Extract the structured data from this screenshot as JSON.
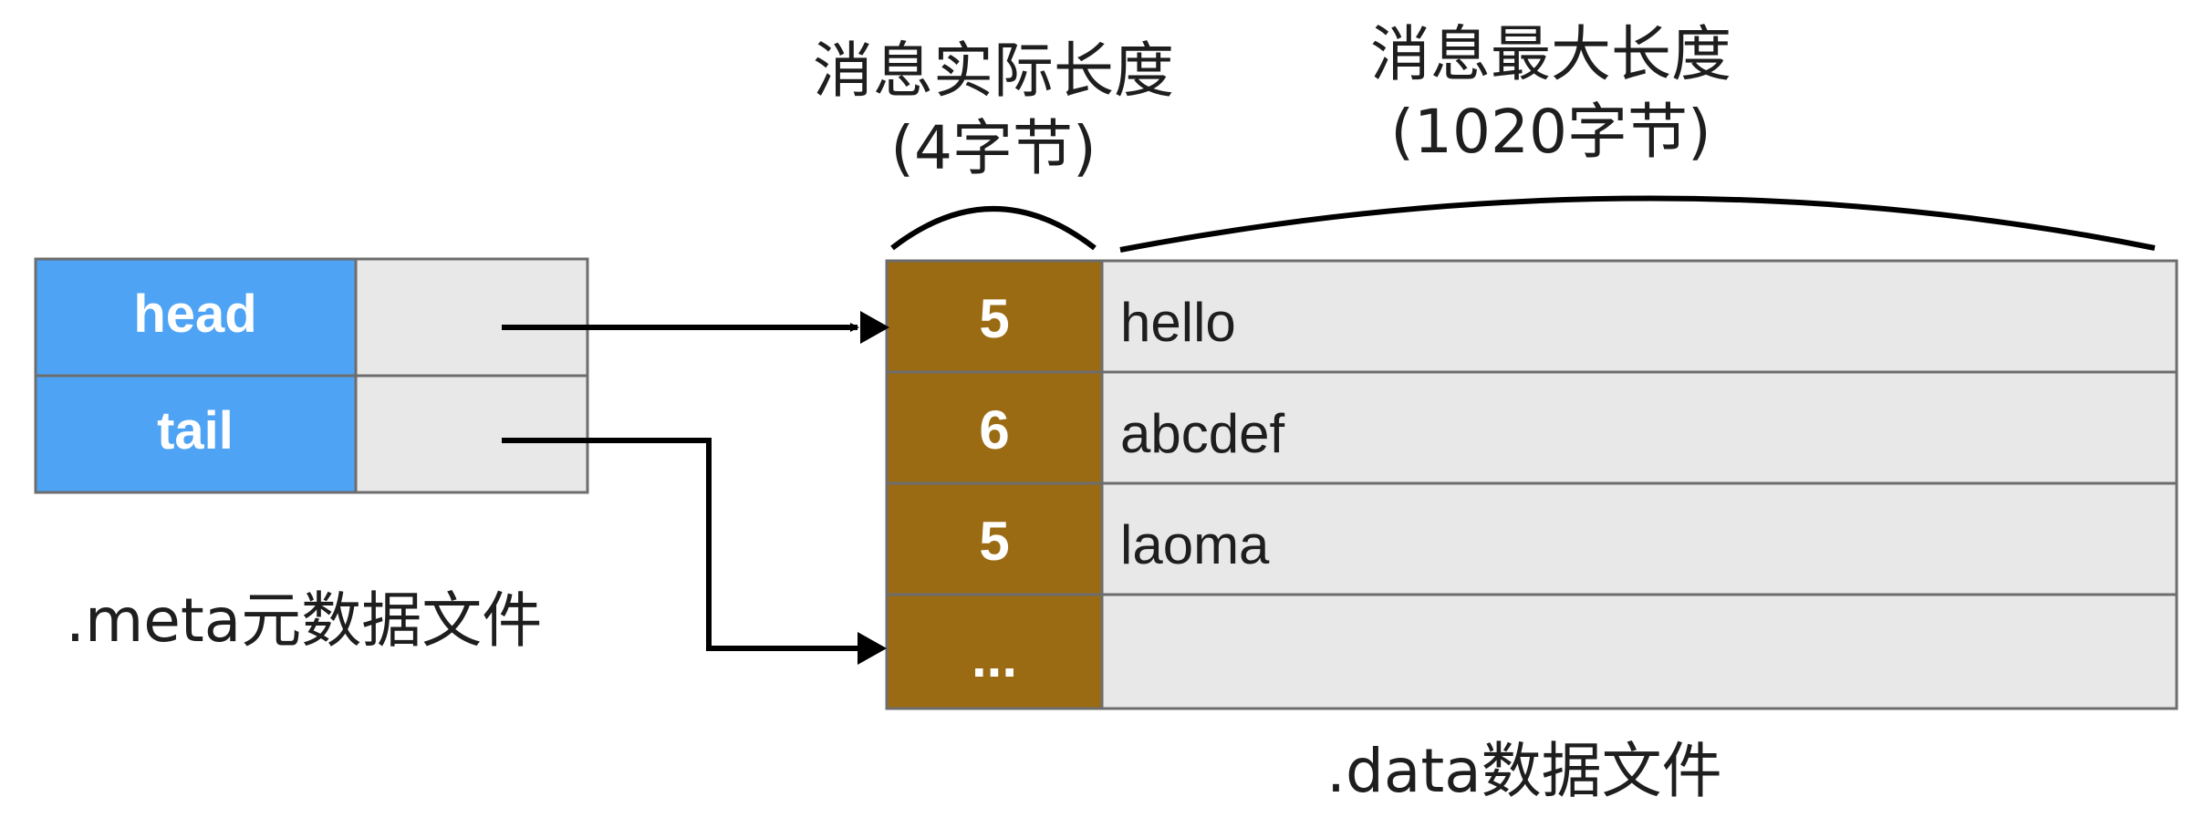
{
  "meta_file": {
    "caption": ".meta元数据文件",
    "rows": [
      {
        "key": "head"
      },
      {
        "key": "tail"
      }
    ]
  },
  "data_file": {
    "caption": ".data数据文件",
    "length_header": {
      "line1": "消息实际长度",
      "line2": "(4字节)"
    },
    "max_header": {
      "line1": "消息最大长度",
      "line2": "(1020字节)"
    },
    "rows": [
      {
        "length": "5",
        "message": "hello"
      },
      {
        "length": "6",
        "message": "abcdef"
      },
      {
        "length": "5",
        "message": "laoma"
      },
      {
        "length": "...",
        "message": ""
      }
    ]
  },
  "colors": {
    "key_cell": "#4fa3f5",
    "length_cell": "#9b6b14",
    "value_cell": "#e8e8e8",
    "border": "#6d6d6d",
    "arrow": "#000000"
  }
}
